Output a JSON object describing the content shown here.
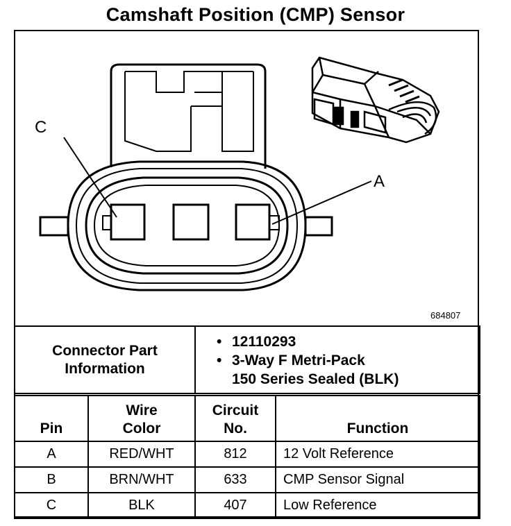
{
  "title": "Camshaft Position (CMP) Sensor",
  "figure": {
    "figure_id": "684807",
    "callout_c": "C",
    "callout_a": "A"
  },
  "connector_info": {
    "label_line1": "Connector Part",
    "label_line2": "Information",
    "items": [
      "12110293",
      "3-Way F Metri-Pack"
    ],
    "item2_continuation": "150 Series Sealed (BLK)",
    "bullet": "•"
  },
  "pin_table": {
    "headers": {
      "pin": "Pin",
      "wire_color_1": "Wire",
      "wire_color_2": "Color",
      "circuit_1": "Circuit",
      "circuit_2": "No.",
      "function": "Function"
    },
    "rows": [
      {
        "pin": "A",
        "wire_color": "RED/WHT",
        "circuit": "812",
        "function": "12 Volt Reference"
      },
      {
        "pin": "B",
        "wire_color": "BRN/WHT",
        "circuit": "633",
        "function": "CMP Sensor Signal"
      },
      {
        "pin": "C",
        "wire_color": "BLK",
        "circuit": "407",
        "function": "Low Reference"
      }
    ]
  }
}
